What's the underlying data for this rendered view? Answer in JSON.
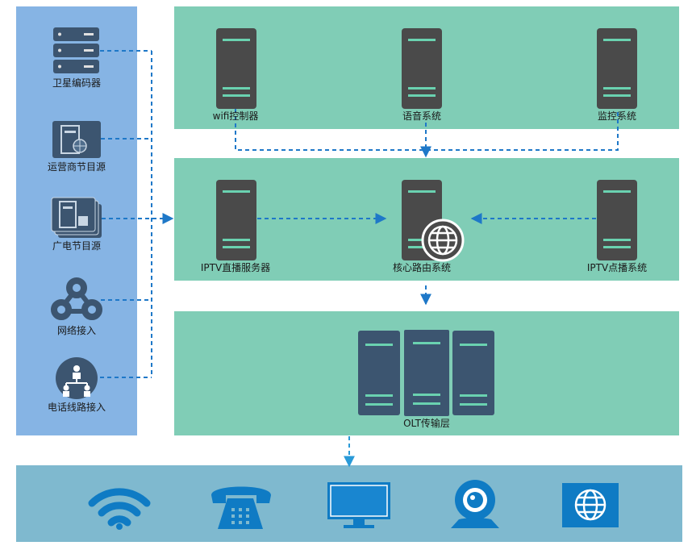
{
  "colors": {
    "left_panel": "#86b4e4",
    "band": "#80cdb6",
    "bottom_bar": "#7fb9cf",
    "server": "#4a4a4a",
    "server_stripe": "#6ad2b0",
    "dark_blue": "#3c5570",
    "arrow": "#1e78c8",
    "terminal_blue": "#0f7bc4"
  },
  "sources": [
    {
      "label": "卫星编码器",
      "icon": "rack-server-icon"
    },
    {
      "label": "运营商节目源",
      "icon": "operator-server-icon"
    },
    {
      "label": "广电节目源",
      "icon": "broadcast-server-icon"
    },
    {
      "label": "网络接入",
      "icon": "network-hub-icon"
    },
    {
      "label": "电话线路接入",
      "icon": "org-chart-icon"
    }
  ],
  "top_band": {
    "servers": [
      {
        "label": "wifi控制器"
      },
      {
        "label": "语音系统"
      },
      {
        "label": "监控系统"
      }
    ]
  },
  "middle_band": {
    "servers": [
      {
        "label": "IPTV直播服务器"
      },
      {
        "label": "核心路由系统"
      },
      {
        "label": "IPTV点播系统"
      }
    ]
  },
  "bottom_band": {
    "label": "OLT传输层"
  },
  "terminals": [
    {
      "icon": "wifi-icon"
    },
    {
      "icon": "telephone-icon"
    },
    {
      "icon": "monitor-icon"
    },
    {
      "icon": "webcam-icon"
    },
    {
      "icon": "globe-screen-icon"
    }
  ]
}
